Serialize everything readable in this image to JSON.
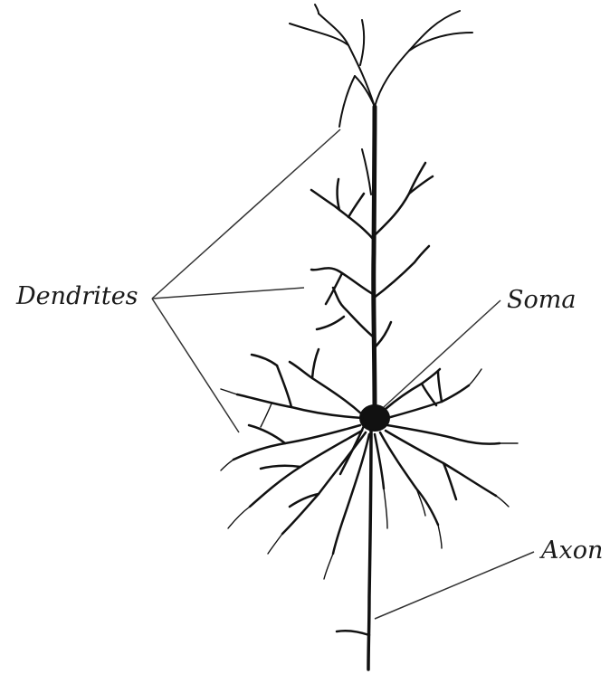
{
  "labels": {
    "dendrites": "Dendrites",
    "soma": "Soma",
    "axon": "Axon"
  },
  "colors": {
    "ink": "#111111",
    "leader_line": "#333333",
    "background": "#ffffff"
  }
}
